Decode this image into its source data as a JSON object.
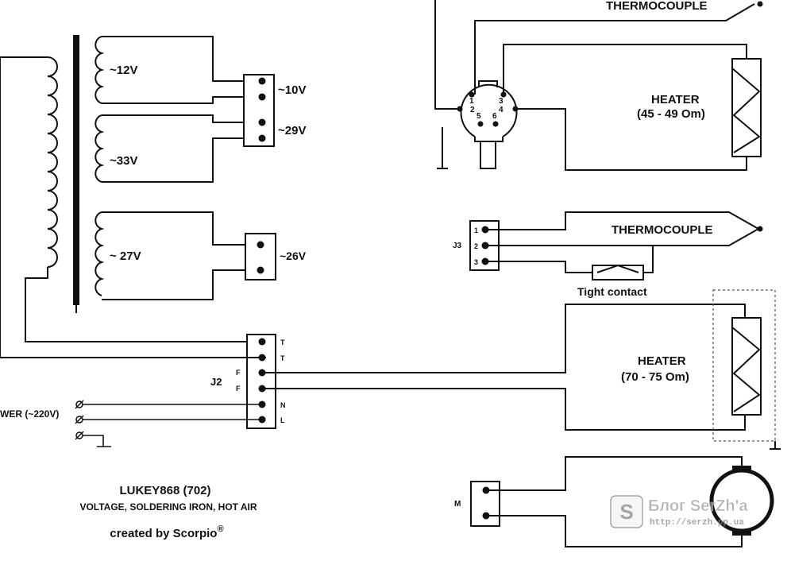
{
  "transformer": {
    "windings": [
      {
        "label": "~12V"
      },
      {
        "label": "~33V"
      },
      {
        "label": "~ 27V"
      }
    ]
  },
  "outputs": {
    "v10": "~10V",
    "v29": "~29V",
    "v26": "~26V"
  },
  "j2": {
    "label": "J2",
    "pins_right": [
      "T",
      "T",
      "",
      "",
      "N",
      "L"
    ],
    "pins_left": [
      "F",
      "F"
    ]
  },
  "power": {
    "label": "WER (~220V)"
  },
  "iron": {
    "thermocouple": "THERMOCOUPLE",
    "heater": "HEATER",
    "heater_res": "(45 - 49 Om)",
    "din_pins": [
      "1",
      "2",
      "3",
      "4",
      "5",
      "6"
    ]
  },
  "hotair": {
    "j3_label": "J3",
    "j3_pins": [
      "1",
      "2",
      "3"
    ],
    "thermocouple": "THERMOCOUPLE",
    "tight_contact": "Tight contact",
    "heater": "HEATER",
    "heater_res": "(70 - 75 Om)",
    "motor_label": "M"
  },
  "caption": {
    "model": "LUKEY868 (702)",
    "subtitle": "VOLTAGE, SOLDERING IRON, HOT AIR",
    "credit": "created by Scorpio",
    "credit_mark": "®"
  },
  "watermark": {
    "icon_letter": "S",
    "title": "Блог SerZh'a",
    "url": "http://serzh.pp.ua"
  }
}
